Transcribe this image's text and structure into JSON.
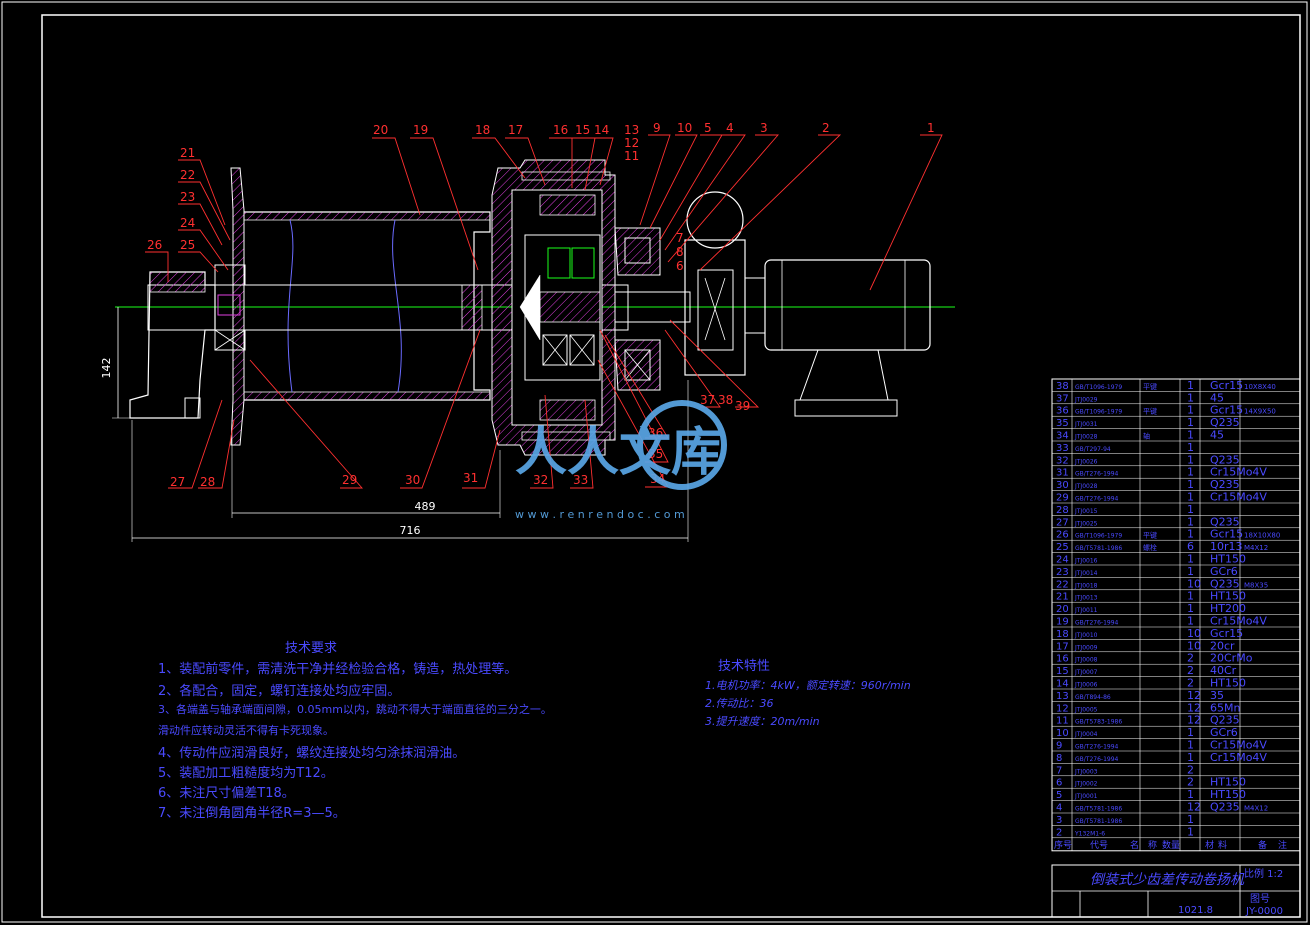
{
  "callouts_top": [
    "20",
    "19",
    "18",
    "17",
    "16",
    "15",
    "14",
    "13",
    "12",
    "11",
    "9",
    "10",
    "5",
    "4",
    "3",
    "2",
    "1"
  ],
  "callouts_left": [
    "21",
    "22",
    "23",
    "24",
    "25",
    "26"
  ],
  "callouts_bottom": [
    "27",
    "28",
    "29",
    "30",
    "31",
    "32",
    "33",
    "34",
    "35",
    "36",
    "37",
    "38",
    "39",
    "7",
    "8",
    "6"
  ],
  "dimensions": {
    "d142": "142",
    "d489": "489",
    "d716": "716"
  },
  "tech_requirements": {
    "title": "技术要求",
    "items": [
      "1、装配前零件，需清洗干净并经检验合格，铸造，热处理等。",
      "2、各配合，固定，螺钉连接处均应牢固。",
      "3、各端盖与轴承端面间隙，0.05mm以内，跳动不得大于端面直径的三分之一。",
      "    滑动件应转动灵活不得有卡死现象。",
      "4、传动件应润滑良好，螺纹连接处均匀涂抹润滑油。",
      "5、装配加工粗糙度均为T12。",
      "6、未注尺寸偏差T18。",
      "7、未注倒角圆角半径R=3—5。"
    ]
  },
  "tech_specs": {
    "title": "技术特性",
    "items": [
      "1.电机功率：4kW，额定转速：960r/min",
      "2.传动比：36",
      "3.提升速度：20m/min"
    ]
  },
  "bom": {
    "rows": [
      [
        "38",
        "GB/T1096-1979",
        "平键",
        "1",
        "Gcr15",
        "10X8X40"
      ],
      [
        "37",
        "JTJ0029",
        "",
        "1",
        "45",
        ""
      ],
      [
        "36",
        "GB/T1096-1979",
        "平键",
        "1",
        "Gcr15",
        "14X9X50"
      ],
      [
        "35",
        "JTJ0031",
        "",
        "1",
        "Q235",
        ""
      ],
      [
        "34",
        "JTJ0028",
        "轴",
        "1",
        "45",
        ""
      ],
      [
        "33",
        "GB/T297-94",
        "",
        "1",
        "",
        ""
      ],
      [
        "32",
        "JTJ0026",
        "",
        "1",
        "Q235",
        ""
      ],
      [
        "31",
        "GB/T276-1994",
        "",
        "1",
        "Cr15Mo4V",
        ""
      ],
      [
        "30",
        "JTJ0028",
        "",
        "1",
        "Q235",
        ""
      ],
      [
        "29",
        "GB/T276-1994",
        "",
        "1",
        "Cr15Mo4V",
        ""
      ],
      [
        "28",
        "JTJ0015",
        "",
        "1",
        "",
        ""
      ],
      [
        "27",
        "JTJ0025",
        "",
        "1",
        "Q235",
        ""
      ],
      [
        "26",
        "GB/T1096-1979",
        "平键",
        "1",
        "Gcr15",
        "18X10X80"
      ],
      [
        "25",
        "GB/T5781-1986",
        "螺栓",
        "6",
        "10r13",
        "M4X12"
      ],
      [
        "24",
        "JTJ0016",
        "",
        "1",
        "HT150",
        ""
      ],
      [
        "23",
        "JTJ0014",
        "",
        "1",
        "GCr6",
        ""
      ],
      [
        "22",
        "JTJ0018",
        "",
        "10",
        "Q235",
        "M8X35"
      ],
      [
        "21",
        "JTJ0013",
        "",
        "1",
        "HT150",
        ""
      ],
      [
        "20",
        "JTJ0011",
        "",
        "1",
        "HT200",
        ""
      ],
      [
        "19",
        "GB/T276-1994",
        "",
        "1",
        "Cr15Mo4V",
        ""
      ],
      [
        "18",
        "JTJ0010",
        "",
        "10",
        "Gcr15",
        ""
      ],
      [
        "17",
        "JTJ0009",
        "",
        "10",
        "20cr",
        ""
      ],
      [
        "16",
        "JTJ0008",
        "",
        "2",
        "20CrMo",
        ""
      ],
      [
        "15",
        "JTJ0007",
        "",
        "2",
        "40Cr",
        ""
      ],
      [
        "14",
        "JTJ0006",
        "",
        "2",
        "HT150",
        ""
      ],
      [
        "13",
        "GB/T894-86",
        "",
        "12",
        "35",
        ""
      ],
      [
        "12",
        "JTJ0005",
        "",
        "12",
        "65Mn",
        ""
      ],
      [
        "11",
        "GB/T5783-1986",
        "",
        "12",
        "Q235",
        ""
      ],
      [
        "10",
        "JTJ0004",
        "",
        "1",
        "GCr6",
        ""
      ],
      [
        "9",
        "GB/T276-1994",
        "",
        "1",
        "Cr15Mo4V",
        ""
      ],
      [
        "8",
        "GB/T276-1994",
        "",
        "1",
        "Cr15Mo4V",
        ""
      ],
      [
        "7",
        "JTJ0003",
        "",
        "2",
        "",
        ""
      ],
      [
        "6",
        "JTJ0002",
        "",
        "2",
        "HT150",
        ""
      ],
      [
        "5",
        "JTJ0001",
        "",
        "1",
        "HT150",
        ""
      ],
      [
        "4",
        "GB/T5781-1986",
        "",
        "12",
        "Q235",
        "M4X12"
      ],
      [
        "3",
        "GB/T5781-1986",
        "",
        "1",
        "",
        ""
      ],
      [
        "2",
        "Y132M1-6",
        "",
        "1",
        "",
        ""
      ]
    ],
    "header": [
      "序号",
      "代号",
      "名",
      "称",
      "数量",
      "材",
      "料",
      "备",
      "注"
    ],
    "title": "倒装式少齿差传动卷扬机",
    "scale_label": "比例 1:2",
    "drawing_no": "JY-0000",
    "sheet_label": "图号",
    "weight_label": "1021.8"
  },
  "watermark": {
    "text": "人人文库",
    "url": "w w w . r e n r e n d o c . c o m"
  }
}
